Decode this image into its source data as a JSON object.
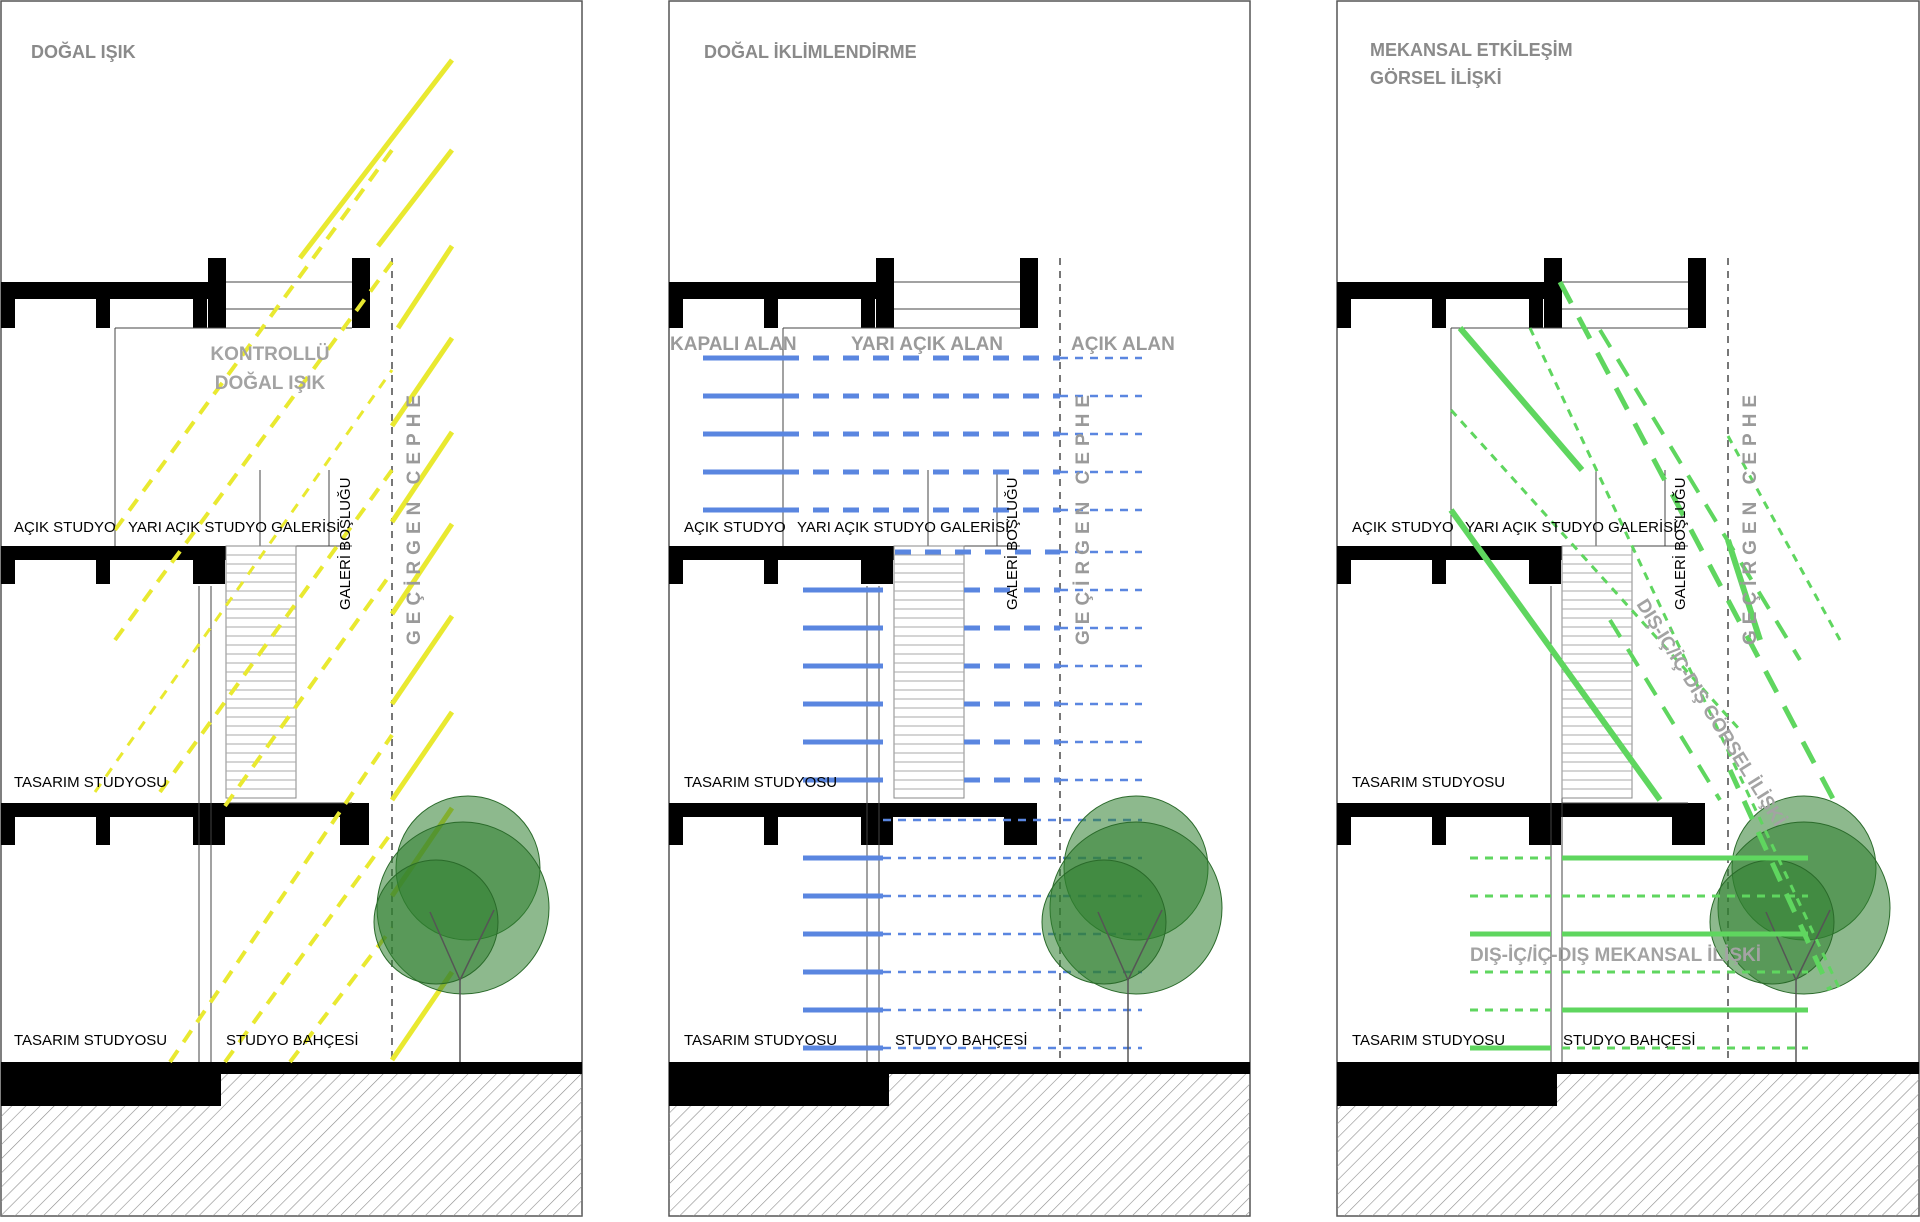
{
  "colors": {
    "light": "#e9e930",
    "air": "#5a86e0",
    "visual": "#5fd65f",
    "tree_fill": "#2f7f2f",
    "tree_stroke": "#2a6a2a",
    "structure": "#000000",
    "label_grey": "#8a8a8a"
  },
  "panels": [
    {
      "title_line1": "DOĞAL IŞIK",
      "title_line2": "",
      "rooms": {
        "open_studio": "AÇIK STUDYO",
        "semi_open_gallery": "YARI AÇIK STUDYO GALERİSİ",
        "design_studio_mid": "TASARIM STUDYOSU",
        "design_studio_low": "TASARIM STUDYOSU",
        "studio_garden": "STUDYO BAHÇESİ",
        "gallery_void": "GALERİ BOŞLUĞU"
      },
      "facade": "GEÇİRGEN CEPHE",
      "annotation_line1": "KONTROLLÜ",
      "annotation_line2": "DOĞAL IŞIK"
    },
    {
      "title_line1": "DOĞAL İKLİMLENDİRME",
      "title_line2": "",
      "rooms": {
        "open_studio": "AÇIK STUDYO",
        "semi_open_gallery": "YARI AÇIK STUDYO GALERİSİ",
        "design_studio_mid": "TASARIM STUDYOSU",
        "design_studio_low": "TASARIM STUDYOSU",
        "studio_garden": "STUDYO BAHÇESİ",
        "gallery_void": "GALERİ BOŞLUĞU"
      },
      "facade": "GEÇİRGEN CEPHE",
      "zones": {
        "closed": "KAPALI ALAN",
        "semi_open": "YARI AÇIK ALAN",
        "open": "AÇIK ALAN"
      }
    },
    {
      "title_line1": "MEKANSAL ETKİLEŞİM",
      "title_line2": "GÖRSEL İLİŞKİ",
      "rooms": {
        "open_studio": "AÇIK STUDYO",
        "semi_open_gallery": "YARI AÇIK STUDYO GALERİSİ",
        "design_studio_mid": "TASARIM STUDYOSU",
        "design_studio_low": "TASARIM STUDYOSU",
        "studio_garden": "STUDYO BAHÇESİ",
        "gallery_void": "GALERİ BOŞLUĞU"
      },
      "facade": "GEÇİRGEN CEPHE",
      "annotation_diagonal": "DIŞ-İÇ/İÇ-DIŞ GÖRSEL İLİŞKİ",
      "annotation_horizontal": "DIŞ-İÇ/İÇ-DIŞ MEKANSAL İLİŞKİ"
    }
  ]
}
